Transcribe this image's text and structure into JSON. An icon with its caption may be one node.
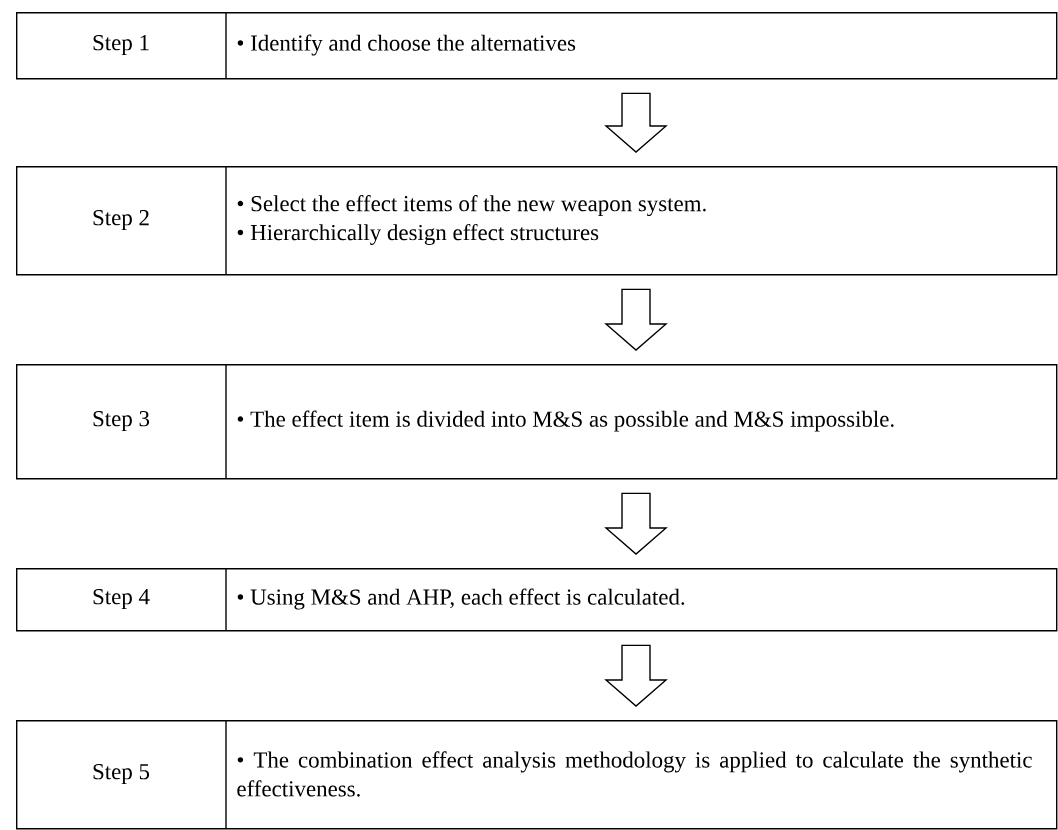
{
  "diagram": {
    "nodes": [
      {
        "text": [
          "Step 1",
          "• Identify and choose the alternatives"
        ]
      },
      {
        "text": [
          "Step 2",
          "• Select the effect items of the new weapon system.",
          "• Hierarchically design effect structures"
        ]
      },
      {
        "text": [
          "Step 3",
          "• The effect item is divided into M&S as possible and M&S impossible."
        ]
      },
      {
        "text": [
          "Step 4",
          "• Using M&S and AHP, each effect is calculated."
        ]
      },
      {
        "text": [
          "Step 5",
          "• The combination effect analysis methodology is applied to calculate the synthetic effectiveness."
        ]
      }
    ],
    "edges": [
      {
        "from": 0,
        "to": 1,
        "arrow": "to"
      },
      {
        "from": 1,
        "to": 2,
        "arrow": "to"
      },
      {
        "from": 2,
        "to": 3,
        "arrow": "to"
      },
      {
        "from": 3,
        "to": 4,
        "arrow": "to"
      }
    ]
  }
}
